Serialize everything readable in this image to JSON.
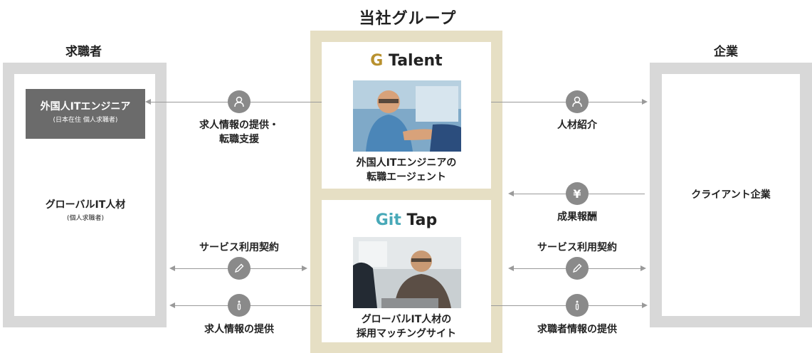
{
  "group": {
    "title": "当社グループ",
    "gtalent": {
      "logo_g": "G",
      "logo_rest": "Talent",
      "caption_line1": "外国人ITエンジニアの",
      "caption_line2": "転職エージェント"
    },
    "gittap": {
      "logo_git": "Git",
      "logo_tap": "Tap",
      "caption_line1": "グローバルIT人材の",
      "caption_line2": "採用マッチングサイト"
    }
  },
  "jobseeker": {
    "title": "求職者",
    "box_line1": "外国人ITエンジニア",
    "box_line2": "(日本在住 個人求職者)",
    "global_line1": "グローバルIT人材",
    "global_line2": "(個人求職者)"
  },
  "company": {
    "title": "企業",
    "client_label": "クライアント企業"
  },
  "arrows": {
    "left_top_line1": "求人情報の提供・",
    "left_top_line2": "転職支援",
    "right_top": "人材紹介",
    "right_fee": "成果報酬",
    "left_contract": "サービス利用契約",
    "right_contract": "サービス利用契約",
    "left_bottom": "求人情報の提供",
    "right_bottom": "求職者情報の提供",
    "yen_symbol": "¥"
  },
  "icons": {
    "person": "person-icon",
    "yen": "yen-icon",
    "pencil": "pencil-icon",
    "info": "info-icon"
  },
  "colors": {
    "gold_frame": "#e6dfc4",
    "side_frame": "#d8d8d8",
    "dark_box": "#6b6b6b",
    "icon_gray": "#8a8a8a",
    "gtalent_g": "#b8912f",
    "gittap_git": "#48a9b8"
  }
}
